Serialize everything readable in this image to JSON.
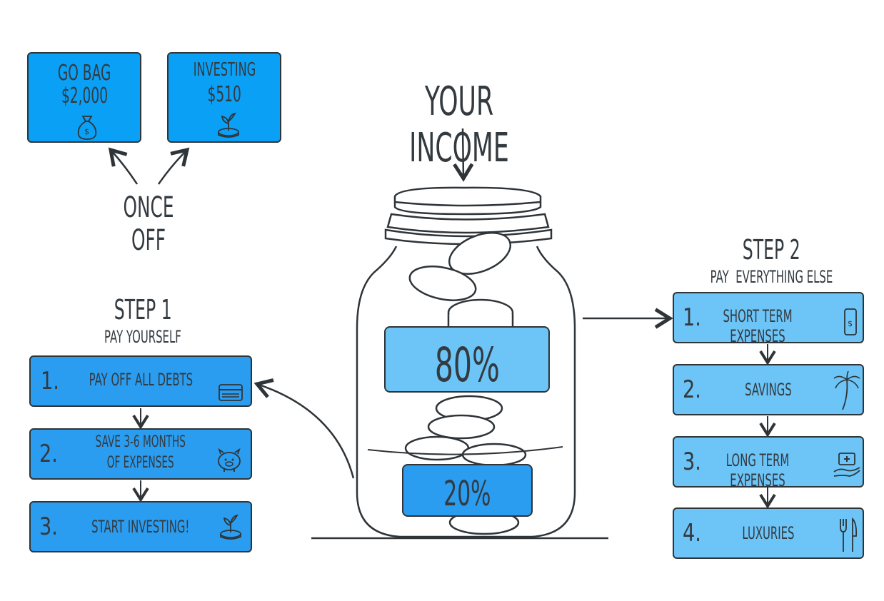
{
  "once_off": {
    "label": "ONCE OFF",
    "go_bag": {
      "title": "GO BAG",
      "amount": "$2,000",
      "icon": "money-bag-icon"
    },
    "investing": {
      "title": "INVESTING",
      "amount": "$510",
      "icon": "plant-coins-icon"
    }
  },
  "income": {
    "label": "YOUR INCOME"
  },
  "jar": {
    "upper_percent": "80%",
    "lower_percent": "20%"
  },
  "step1": {
    "title": "STEP 1",
    "subtitle": "PAY YOURSELF",
    "items": [
      {
        "number": "1.",
        "label": "PAY OFF ALL DEBTS",
        "icon": "credit-card-icon"
      },
      {
        "number": "2.",
        "label_line1": "SAVE 3-6 MONTHS",
        "label_line2": "OF EXPENSES",
        "icon": "piggy-bank-icon"
      },
      {
        "number": "3.",
        "label": "START INVESTING!",
        "icon": "plant-coins-icon"
      }
    ]
  },
  "step2": {
    "title": "STEP 2",
    "subtitle": "PAY  EVERYTHING ELSE",
    "items": [
      {
        "number": "1.",
        "label": "SHORT TERM EXPENSES",
        "icon": "phone-dollar-icon"
      },
      {
        "number": "2.",
        "label": "SAVINGS",
        "icon": "palm-tree-icon"
      },
      {
        "number": "3.",
        "label": "LONG TERM EXPENSES",
        "icon": "medical-hand-icon"
      },
      {
        "number": "4.",
        "label": "LUXURIES",
        "icon": "cutlery-icon"
      }
    ]
  },
  "colors": {
    "dark_box": "#2b9df0",
    "light_box": "#6cc4f7",
    "top_box": "#0aa0f5",
    "ink": "#2f3438"
  }
}
